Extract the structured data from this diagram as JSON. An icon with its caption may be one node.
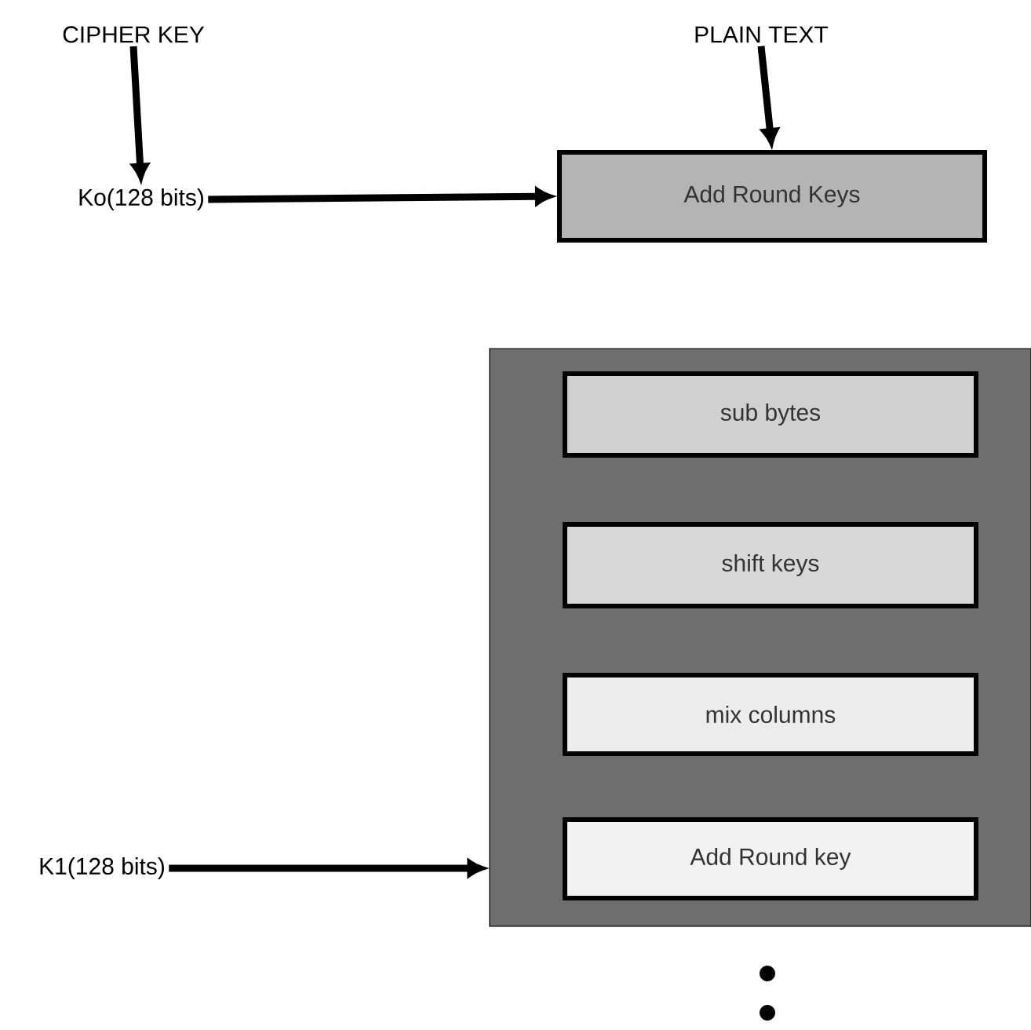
{
  "diagram": {
    "nodes": [
      {
        "text": [
          "CIPHER KEY"
        ]
      },
      {
        "text": [
          "Ko(128 bits)"
        ]
      },
      {
        "text": [
          "PLAIN TEXT"
        ]
      },
      {
        "text": [
          "Add Round Keys"
        ]
      },
      {
        "text": [],
        "shape": "box"
      },
      {
        "text": [
          "sub bytes"
        ],
        "in": 4
      },
      {
        "text": [
          "shift keys"
        ],
        "in": 4
      },
      {
        "text": [
          "mix columns"
        ],
        "in": 4
      },
      {
        "text": [
          "Add Round key"
        ],
        "in": 4
      },
      {
        "text": [
          "K1(128 bits)"
        ]
      }
    ],
    "edges": [
      {
        "from": 0,
        "to": 1,
        "arrow": "to"
      },
      {
        "from": 1,
        "to": 3,
        "arrow": "to"
      },
      {
        "from": 2,
        "to": 3,
        "arrow": "to"
      },
      {
        "from": 9,
        "to": 4,
        "arrow": "to"
      }
    ]
  }
}
